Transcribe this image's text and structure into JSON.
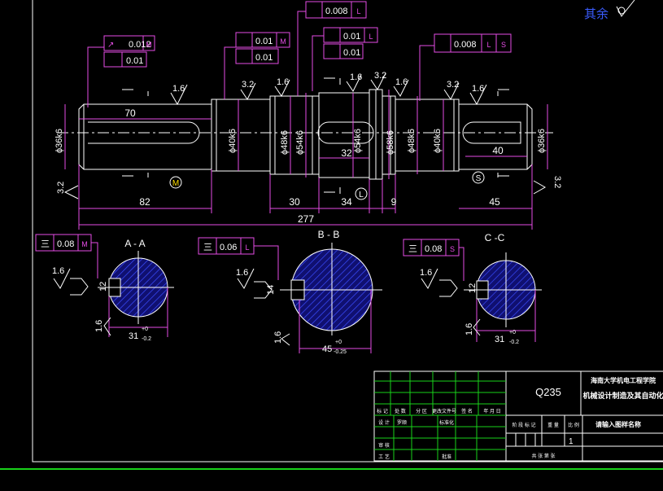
{
  "corner": {
    "surface_note": "其余"
  },
  "tolerances": {
    "a": {
      "tol": "0.012",
      "mod": "M",
      "tol2": "0.01"
    },
    "b": {
      "tol": "0.01",
      "mod": "M",
      "tol2": "0.01"
    },
    "c": {
      "tol": "0.008",
      "mod": "L"
    },
    "d": {
      "tol": "0.01",
      "mod": "L",
      "tol2": "0.01"
    },
    "e": {
      "tol": "0.008",
      "mod1": "L",
      "mod2": "S"
    }
  },
  "roughness": {
    "r16": "1.6",
    "r32": "3.2"
  },
  "dims": {
    "d70": "70",
    "d82": "82",
    "d30": "30",
    "d34": "34",
    "d9": "9",
    "d45": "45",
    "d277": "277",
    "d32": "32",
    "d40": "40",
    "phi36k6": "ϕ36k6",
    "phi40k6": "ϕ40k6",
    "phi48k6": "ϕ48k6",
    "phi54k6": "ϕ54k6",
    "phi54k6b": "ϕ54k6",
    "phi58k6": "ϕ58k6",
    "phi48k6b": "ϕ48k6",
    "phi40k6b": "ϕ40k6",
    "phi36k6b": "ϕ36k6"
  },
  "circle_marks": {
    "m": "M",
    "l": "L",
    "s": "S"
  },
  "sections": {
    "aa": {
      "title": "A - A",
      "sym": "三",
      "tol": "0.08",
      "mod": "M",
      "w": "12",
      "dim": "31",
      "up": "+0",
      "lo": "-0.2"
    },
    "bb": {
      "title": "B - B",
      "sym": "三",
      "tol": "0.06",
      "mod": "L",
      "w": "14",
      "dim": "45",
      "up": "+0",
      "lo": "-0.25"
    },
    "cc": {
      "title": "C -C",
      "sym": "三",
      "tol": "0.08",
      "mod": "S",
      "w": "12",
      "dim": "31",
      "up": "+0",
      "lo": "-0.2"
    }
  },
  "title_block": {
    "material": "Q235",
    "school": "海南大学机电工程学院",
    "dept": "机械设计制造及其自动化",
    "drawing_name": "请输入图样名称",
    "row1": [
      "标 记",
      "处 数",
      "分  区",
      "更改文件号",
      "签 名",
      "年 月 日"
    ],
    "row2": [
      "设 计",
      "罗顺",
      "标准化"
    ],
    "stage_headers": [
      "阶 段 标 记",
      "重 量",
      "比 例"
    ],
    "scale": "1",
    "row3": [
      "审 核"
    ],
    "row4": [
      "工 艺",
      "批准"
    ],
    "sheets": "共    张  第    张"
  }
}
